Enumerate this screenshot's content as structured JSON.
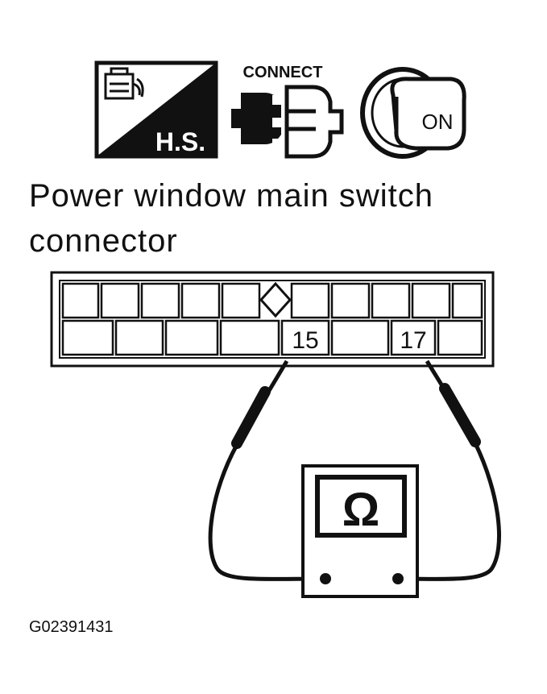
{
  "icons": {
    "hs_label": "H.S.",
    "connect_label": "CONNECT",
    "ignition_label": "ON"
  },
  "title": {
    "line1": "Power window main switch",
    "line2": "connector"
  },
  "connector": {
    "pin_a": "15",
    "pin_b": "17"
  },
  "meter": {
    "symbol": "Ω"
  },
  "figure_code": "G02391431"
}
